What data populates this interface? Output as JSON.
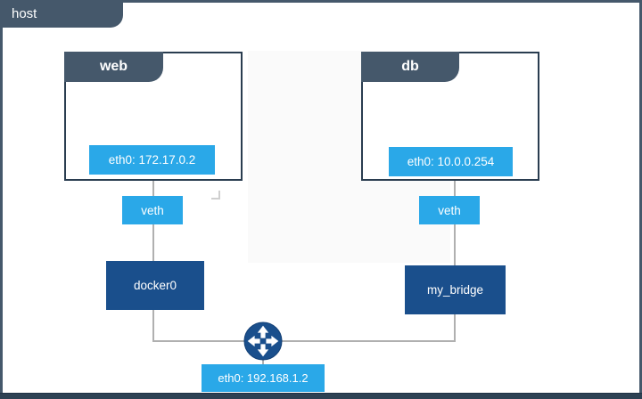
{
  "host": {
    "label": "host",
    "iface": {
      "label": "eth0: 192.168.1.2"
    }
  },
  "containers": [
    {
      "name": "web",
      "iface": "eth0: 172.17.0.2",
      "veth": "veth",
      "bridge": "docker0"
    },
    {
      "name": "db",
      "iface": "eth0: 10.0.0.254",
      "veth": "veth",
      "bridge": "my_bridge"
    }
  ],
  "icons": {
    "router": "four-way-arrows-icon"
  },
  "colors": {
    "slate": "#45586b",
    "blue": "#2aa8e8",
    "navy": "#1a4f8c",
    "container_border": "#2a3d50",
    "connector_line": "#b0b0b0",
    "bottom_bar": "#2d4153",
    "canvas": "#ffffff"
  }
}
